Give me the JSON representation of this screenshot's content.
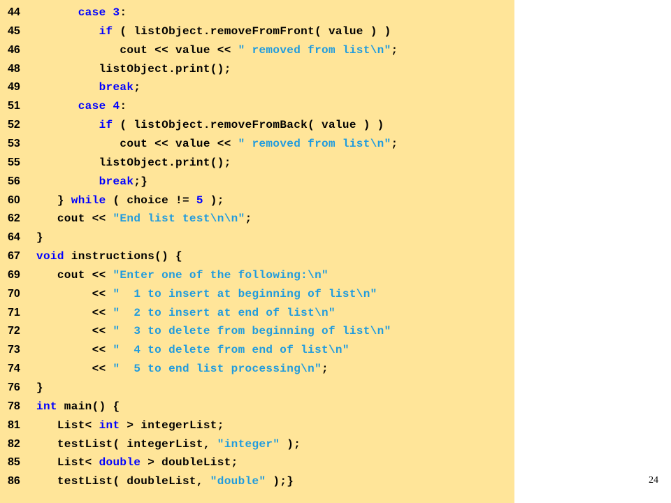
{
  "colors": {
    "panel_background": "#FFE599",
    "keyword": "#0000FF",
    "string": "#1F9BDE",
    "text": "#000000"
  },
  "slide_number": "24",
  "lines": [
    {
      "n": "44",
      "tokens": [
        {
          "t": "      "
        },
        {
          "t": "case",
          "c": "kw"
        },
        {
          "t": " "
        },
        {
          "t": "3",
          "c": "num"
        },
        {
          "t": ":"
        }
      ]
    },
    {
      "n": "45",
      "tokens": [
        {
          "t": "         "
        },
        {
          "t": "if",
          "c": "kw"
        },
        {
          "t": " ( listObject.removeFromFront( value ) )"
        }
      ]
    },
    {
      "n": "46",
      "tokens": [
        {
          "t": "            cout << value << "
        },
        {
          "t": "\" removed from list\\n\"",
          "c": "str"
        },
        {
          "t": ";"
        }
      ]
    },
    {
      "n": "48",
      "tokens": [
        {
          "t": "         listObject.print();"
        }
      ]
    },
    {
      "n": "49",
      "tokens": [
        {
          "t": "         "
        },
        {
          "t": "break",
          "c": "kw"
        },
        {
          "t": ";"
        }
      ]
    },
    {
      "n": "51",
      "tokens": [
        {
          "t": "      "
        },
        {
          "t": "case",
          "c": "kw"
        },
        {
          "t": " "
        },
        {
          "t": "4",
          "c": "num"
        },
        {
          "t": ":"
        }
      ]
    },
    {
      "n": "52",
      "tokens": [
        {
          "t": "         "
        },
        {
          "t": "if",
          "c": "kw"
        },
        {
          "t": " ( listObject.removeFromBack( value ) )"
        }
      ]
    },
    {
      "n": "53",
      "tokens": [
        {
          "t": "            cout << value << "
        },
        {
          "t": "\" removed from list\\n\"",
          "c": "str"
        },
        {
          "t": ";"
        }
      ]
    },
    {
      "n": "55",
      "tokens": [
        {
          "t": "         listObject.print();"
        }
      ]
    },
    {
      "n": "56",
      "tokens": [
        {
          "t": "         "
        },
        {
          "t": "break",
          "c": "kw"
        },
        {
          "t": ";}"
        }
      ]
    },
    {
      "n": "60",
      "tokens": [
        {
          "t": "   } "
        },
        {
          "t": "while",
          "c": "kw"
        },
        {
          "t": " ( choice != "
        },
        {
          "t": "5",
          "c": "num"
        },
        {
          "t": " );"
        }
      ]
    },
    {
      "n": "62",
      "tokens": [
        {
          "t": "   cout << "
        },
        {
          "t": "\"End list test\\n\\n\"",
          "c": "str"
        },
        {
          "t": ";"
        }
      ]
    },
    {
      "n": "64",
      "tokens": [
        {
          "t": "}"
        }
      ]
    },
    {
      "n": "67",
      "tokens": [
        {
          "t": "void",
          "c": "kw"
        },
        {
          "t": " instructions() {"
        }
      ]
    },
    {
      "n": "69",
      "tokens": [
        {
          "t": "   cout << "
        },
        {
          "t": "\"Enter one of the following:\\n\"",
          "c": "str"
        }
      ]
    },
    {
      "n": "70",
      "tokens": [
        {
          "t": "        << "
        },
        {
          "t": "\"  1 to insert at beginning of list\\n\"",
          "c": "str"
        }
      ]
    },
    {
      "n": "71",
      "tokens": [
        {
          "t": "        << "
        },
        {
          "t": "\"  2 to insert at end of list\\n\"",
          "c": "str"
        }
      ]
    },
    {
      "n": "72",
      "tokens": [
        {
          "t": "        << "
        },
        {
          "t": "\"  3 to delete from beginning of list\\n\"",
          "c": "str"
        }
      ]
    },
    {
      "n": "73",
      "tokens": [
        {
          "t": "        << "
        },
        {
          "t": "\"  4 to delete from end of list\\n\"",
          "c": "str"
        }
      ]
    },
    {
      "n": "74",
      "tokens": [
        {
          "t": "        << "
        },
        {
          "t": "\"  5 to end list processing\\n\"",
          "c": "str"
        },
        {
          "t": ";"
        }
      ]
    },
    {
      "n": "76",
      "tokens": [
        {
          "t": "}"
        }
      ]
    },
    {
      "n": "78",
      "tokens": [
        {
          "t": "int",
          "c": "kw"
        },
        {
          "t": " main() {"
        }
      ]
    },
    {
      "n": "81",
      "tokens": [
        {
          "t": "   List< "
        },
        {
          "t": "int",
          "c": "kw"
        },
        {
          "t": " > integerList;"
        }
      ]
    },
    {
      "n": "82",
      "tokens": [
        {
          "t": "   testList( integerList, "
        },
        {
          "t": "\"integer\"",
          "c": "str"
        },
        {
          "t": " );"
        }
      ]
    },
    {
      "n": "85",
      "tokens": [
        {
          "t": "   List< "
        },
        {
          "t": "double",
          "c": "kw"
        },
        {
          "t": " > doubleList;"
        }
      ]
    },
    {
      "n": "86",
      "tokens": [
        {
          "t": "   testList( doubleList, "
        },
        {
          "t": "\"double\"",
          "c": "str"
        },
        {
          "t": " );}"
        }
      ]
    }
  ]
}
